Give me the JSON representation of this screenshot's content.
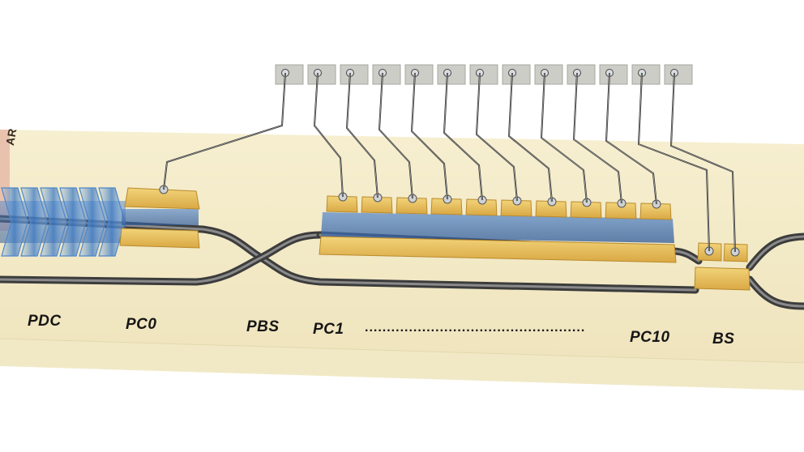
{
  "labels": {
    "ar": "AR",
    "pdc": "PDC",
    "pc0": "PC0",
    "pbs": "PBS",
    "pc1": "PC1",
    "dots": "..................................................",
    "pc10": "PC10",
    "bs": "BS"
  },
  "colors": {
    "chip": "#f4ecc8",
    "chip_edge": "#e6dcb1",
    "gold": "#e9c45c",
    "gold_dark": "#c99a34",
    "waveguide": "#4a4a4a",
    "crystal": "#6f9fd6",
    "pad": "#cfcfc9",
    "ar_strip": "#e9c2ae"
  }
}
